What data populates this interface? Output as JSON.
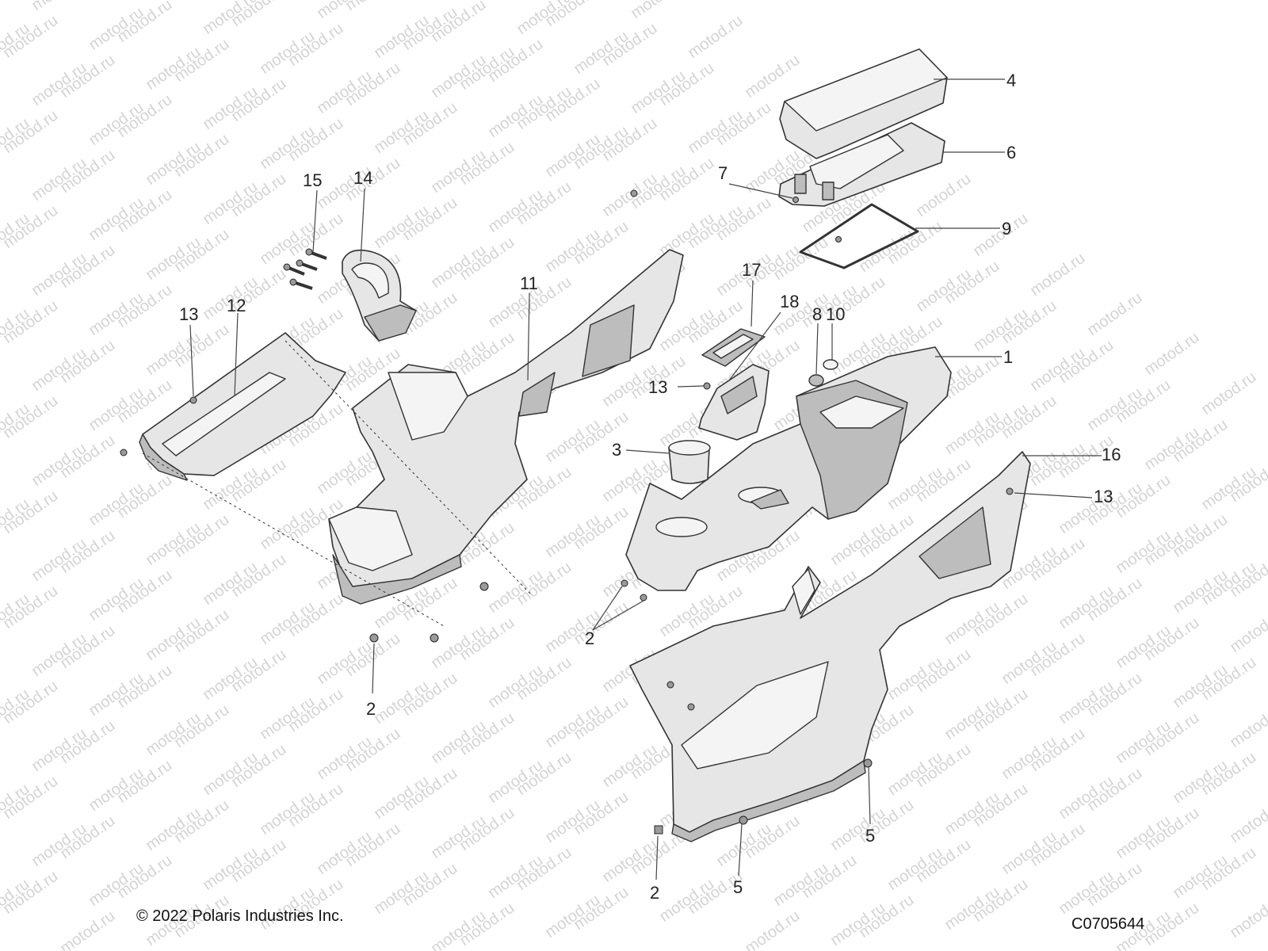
{
  "watermark": {
    "text": "motod.ru"
  },
  "callouts": [
    {
      "id": "c1",
      "label": "1"
    },
    {
      "id": "c2a",
      "label": "2"
    },
    {
      "id": "c2b",
      "label": "2"
    },
    {
      "id": "c2c",
      "label": "2"
    },
    {
      "id": "c3",
      "label": "3"
    },
    {
      "id": "c4",
      "label": "4"
    },
    {
      "id": "c5a",
      "label": "5"
    },
    {
      "id": "c5b",
      "label": "5"
    },
    {
      "id": "c6",
      "label": "6"
    },
    {
      "id": "c7",
      "label": "7"
    },
    {
      "id": "c8",
      "label": "8"
    },
    {
      "id": "c9",
      "label": "9"
    },
    {
      "id": "c10",
      "label": "10"
    },
    {
      "id": "c11",
      "label": "11"
    },
    {
      "id": "c12",
      "label": "12"
    },
    {
      "id": "c13a",
      "label": "13"
    },
    {
      "id": "c13b",
      "label": "13"
    },
    {
      "id": "c13c",
      "label": "13"
    },
    {
      "id": "c14",
      "label": "14"
    },
    {
      "id": "c15",
      "label": "15"
    },
    {
      "id": "c16",
      "label": "16"
    },
    {
      "id": "c17",
      "label": "17"
    },
    {
      "id": "c18",
      "label": "18"
    }
  ],
  "footer": {
    "copyright": "© 2022 Polaris Industries Inc.",
    "figure_id": "C0705644"
  }
}
